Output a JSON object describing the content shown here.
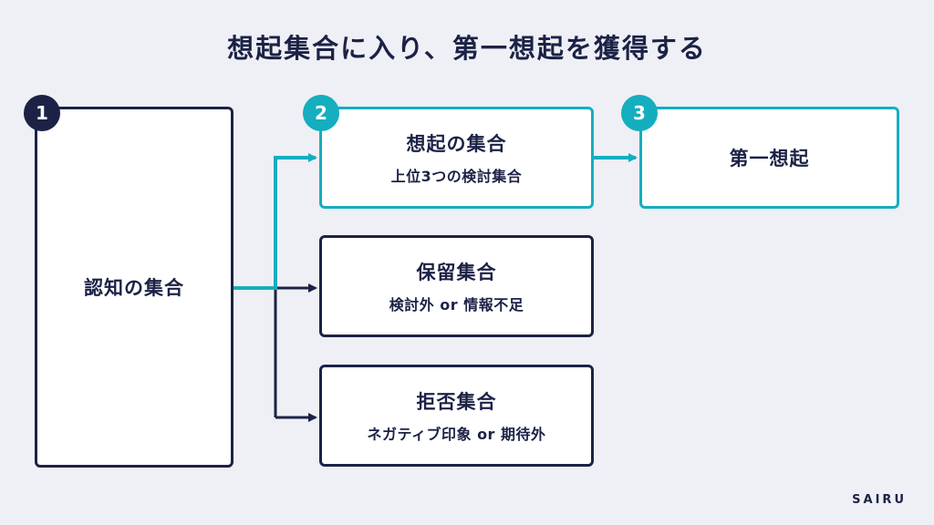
{
  "title": "想起集合に入り、第一想起を獲得する",
  "nodes": {
    "awareness": {
      "badge": "1",
      "label": "認知の集合"
    },
    "consideration": {
      "badge": "2",
      "label": "想起の集合",
      "sub": "上位3つの検討集合"
    },
    "first_recall": {
      "badge": "3",
      "label": "第一想起"
    },
    "hold": {
      "label": "保留集合",
      "sub": "検討外 or 情報不足"
    },
    "reject": {
      "label": "拒否集合",
      "sub": "ネガティブ印象 or 期待外"
    }
  },
  "logo": "SAIRU",
  "colors": {
    "navy": "#1c2246",
    "teal": "#14aebf",
    "background": "#eef0f5"
  }
}
